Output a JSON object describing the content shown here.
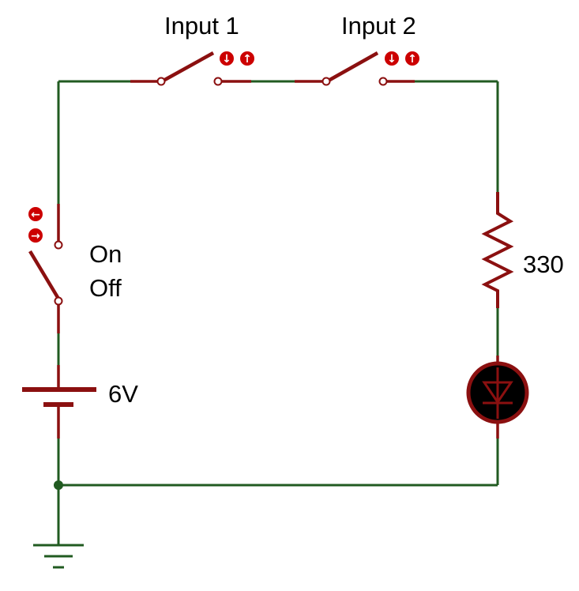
{
  "labels": {
    "input1": "Input 1",
    "input2": "Input 2",
    "on": "On",
    "off": "Off",
    "voltage": "6V",
    "resistance": "330"
  },
  "colors": {
    "wire": "#215b21",
    "component": "#8b1010",
    "control": "#cc0000",
    "led_body": "#000000"
  },
  "controls": {
    "down_arrow": "↓",
    "up_arrow": "↑",
    "left_arrow": "←",
    "right_arrow": "→"
  },
  "icons": [
    "switch-icon",
    "battery-icon",
    "resistor-icon",
    "led-icon",
    "ground-icon"
  ]
}
